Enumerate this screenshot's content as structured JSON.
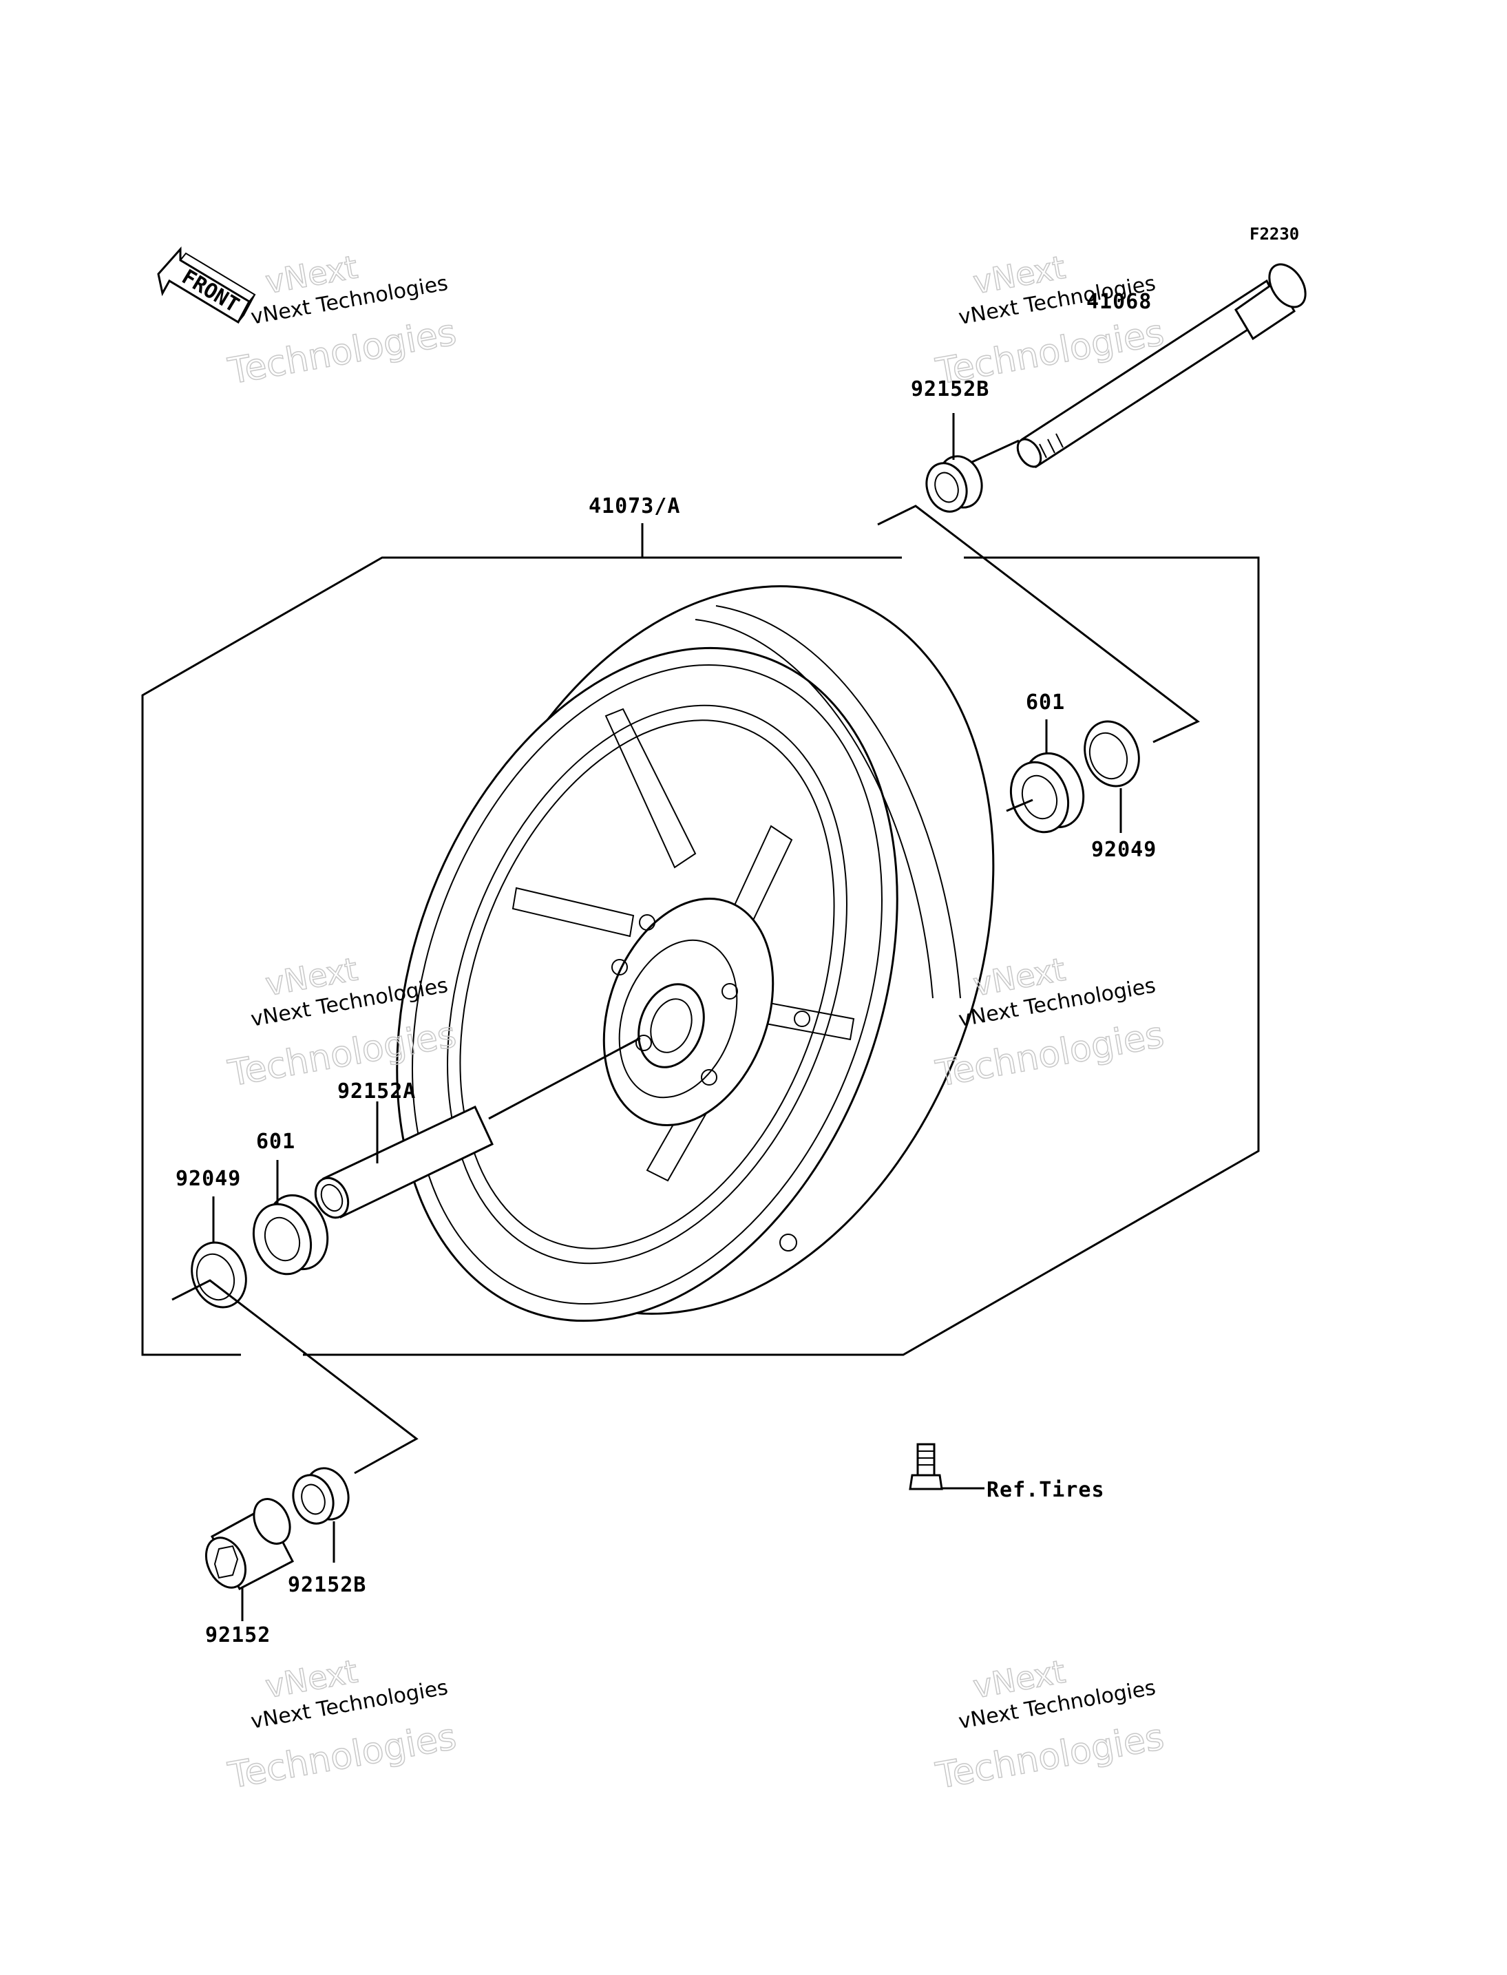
{
  "figure_code": "F2230",
  "front_arrow_label": "FRONT",
  "labels": {
    "wheel": "41073/A",
    "axle": "41068",
    "collar_top_right": "92152B",
    "bearing_right": "601",
    "seal_right": "92049",
    "spacer": "92152A",
    "bearing_left": "601",
    "seal_left": "92049",
    "collar_bottom": "92152B",
    "collar_bottom_left": "92152",
    "valve_ref": "Ref.Tires"
  },
  "watermark": {
    "line1": "vNext Technologies",
    "line2": "Technologies",
    "line0": "vNext"
  }
}
